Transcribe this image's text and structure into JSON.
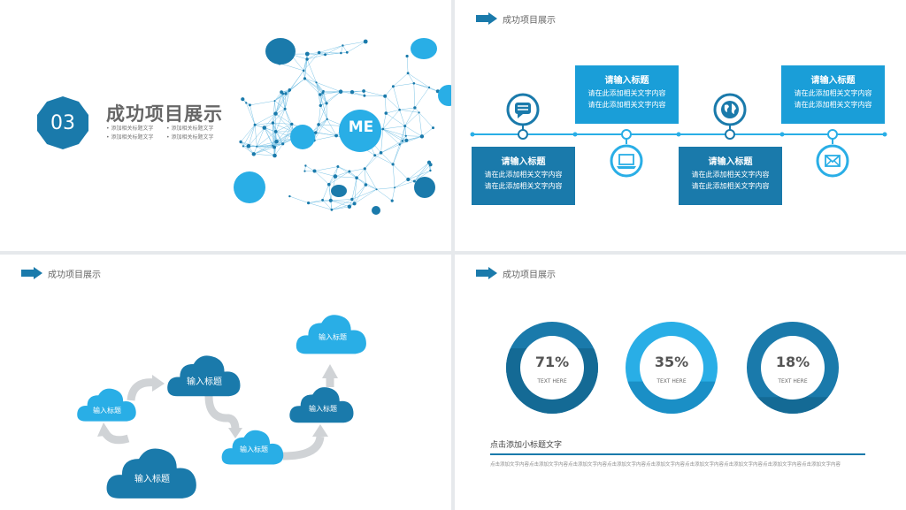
{
  "colors": {
    "dark_blue": "#1a7aab",
    "light_blue": "#1a9ed8",
    "sky": "#29aee6",
    "gray_arrow": "#d0d3d6"
  },
  "section_header": "成功项目展示",
  "slide1": {
    "number": "03",
    "title": "成功项目展示",
    "bullets": [
      "添加相关标题文字",
      "添加相关标题文字",
      "添加相关标题文字",
      "添加相关标题文字"
    ],
    "me_label": "ME"
  },
  "slide2": {
    "boxes": [
      {
        "title": "请输入标题",
        "line1": "请在此添加相关文字内容",
        "line2": "请在此添加相关文字内容"
      },
      {
        "title": "请输入标题",
        "line1": "请在此添加相关文字内容",
        "line2": "请在此添加相关文字内容"
      },
      {
        "title": "请输入标题",
        "line1": "请在此添加相关文字内容",
        "line2": "请在此添加相关文字内容"
      },
      {
        "title": "请输入标题",
        "line1": "请在此添加相关文字内容",
        "line2": "请在此添加相关文字内容"
      }
    ],
    "icons": [
      "chat-icon",
      "laptop-icon",
      "globe-icon",
      "mail-icon"
    ]
  },
  "slide3": {
    "clouds": [
      "输入标题",
      "输入标题",
      "输入标题",
      "输入标题",
      "输入标题",
      "输入标题"
    ]
  },
  "slide4": {
    "donuts": [
      {
        "value": "71%",
        "fraction": 0.71,
        "sub": "TEXT  HERE"
      },
      {
        "value": "35%",
        "fraction": 0.35,
        "sub": "TEXT  HERE"
      },
      {
        "value": "18%",
        "fraction": 0.18,
        "sub": "TEXT  HERE"
      }
    ],
    "subtitle": "点击添加小标题文字",
    "body": "点击添加文字内容点击添加文字内容点击添加文字内容点击添加文字内容点击添加文字内容点击添加文字内容点击添加文字内容点击添加文字内容点击添加文字内容"
  }
}
